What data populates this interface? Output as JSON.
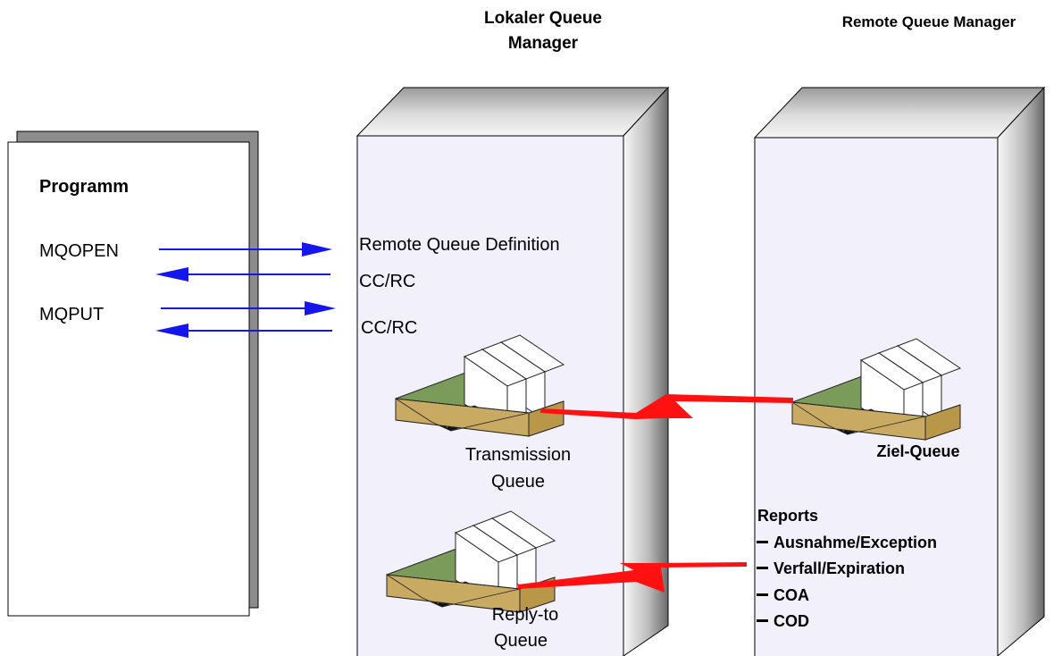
{
  "headers": {
    "local_line1": "Lokaler Queue",
    "local_line2": "Manager",
    "remote": "Remote Queue Manager"
  },
  "program": {
    "title": "Programm",
    "calls": [
      "MQOPEN",
      "MQPUT"
    ]
  },
  "local_qm": {
    "remote_queue_definition": "Remote Queue Definition",
    "ccrc": [
      "CC/RC",
      "CC/RC"
    ],
    "transmission_queue": [
      "Transmission",
      "Queue"
    ],
    "reply_to_queue": [
      "Reply-to",
      "Queue"
    ]
  },
  "remote_qm": {
    "target_queue": "Ziel-Queue",
    "reports_title": "Reports",
    "reports": [
      "Ausnahme/Exception",
      "Verfall/Expiration",
      "COA",
      "COD"
    ]
  },
  "colors": {
    "arrow": "#1515ee",
    "lightning": "#ff1111",
    "server_face": "#f2f0fb",
    "tray": "#c9aa62",
    "tray_floor": "#7b9b5a",
    "program_shadow": "#8c8c8c"
  }
}
